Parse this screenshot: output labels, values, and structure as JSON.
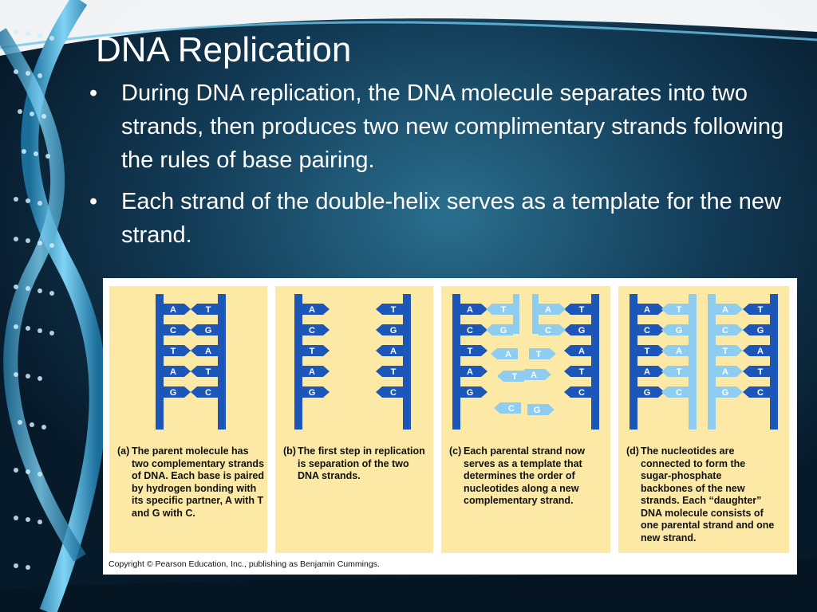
{
  "slide": {
    "title": "DNA Replication",
    "bullets": [
      "During DNA replication, the DNA molecule separates into two strands, then produces two new complimentary strands following the rules of base pairing.",
      "Each strand of the double-helix serves as a template for the new strand."
    ],
    "bullet_symbol": "•"
  },
  "figure": {
    "base_pairs": [
      [
        "A",
        "T"
      ],
      [
        "C",
        "G"
      ],
      [
        "T",
        "A"
      ],
      [
        "A",
        "T"
      ],
      [
        "G",
        "C"
      ]
    ],
    "new_left_bases": [
      "T",
      "G",
      "A",
      "T",
      "C"
    ],
    "new_right_bases": [
      "A",
      "C",
      "T",
      "A",
      "G"
    ],
    "panels": [
      {
        "tag": "(a)",
        "text": "The parent molecule has two complementary strands of DNA. Each base is paired by hydrogen bonding with its specific partner, A with T and G with C."
      },
      {
        "tag": "(b)",
        "text": "The first step in replication is separation of the two DNA strands."
      },
      {
        "tag": "(c)",
        "text": "Each parental strand now serves as a template that determines the order of nucleotides along a new complementary strand."
      },
      {
        "tag": "(d)",
        "text": "The nucleotides are connected to form the sugar-phosphate backbones of the new strands. Each “daughter” DNA molecule consists of one parental strand and one new strand."
      }
    ],
    "copyright": "Copyright © Pearson Education, Inc., publishing as Benjamin Cummings.",
    "colors": {
      "parent": "#1c56b8",
      "new": "#8fcdf0",
      "panel": "#fbe9a5"
    }
  }
}
